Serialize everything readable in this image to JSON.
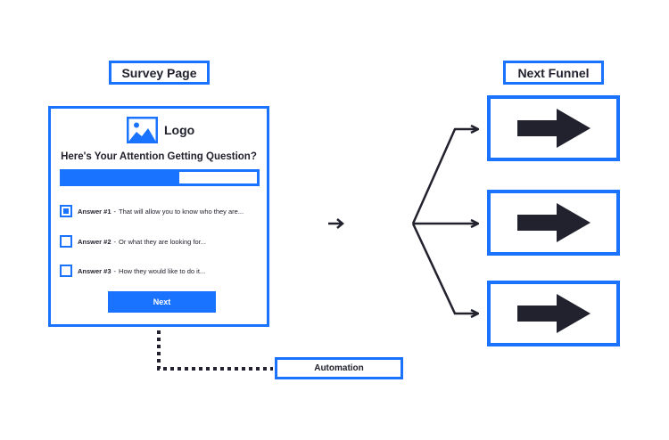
{
  "labels": {
    "survey_page": "Survey Page",
    "next_funnel": "Next Funnel",
    "automation": "Automation"
  },
  "survey": {
    "logo_text": "Logo",
    "question": "Here's Your Attention Getting Question?",
    "progress": 0.6,
    "answers": [
      {
        "title": "Answer #1",
        "text": "That will allow you to know who they are...",
        "checked": true
      },
      {
        "title": "Answer #2",
        "text": "Or what they are looking for...",
        "checked": false
      },
      {
        "title": "Answer #3",
        "text": "How they would like to do it...",
        "checked": false
      }
    ],
    "next_label": "Next"
  },
  "colors": {
    "accent": "#1a73ff",
    "dark": "#22222e"
  },
  "icons": {
    "logo": "image-placeholder-icon",
    "funnel_arrow": "right-arrow-icon"
  }
}
